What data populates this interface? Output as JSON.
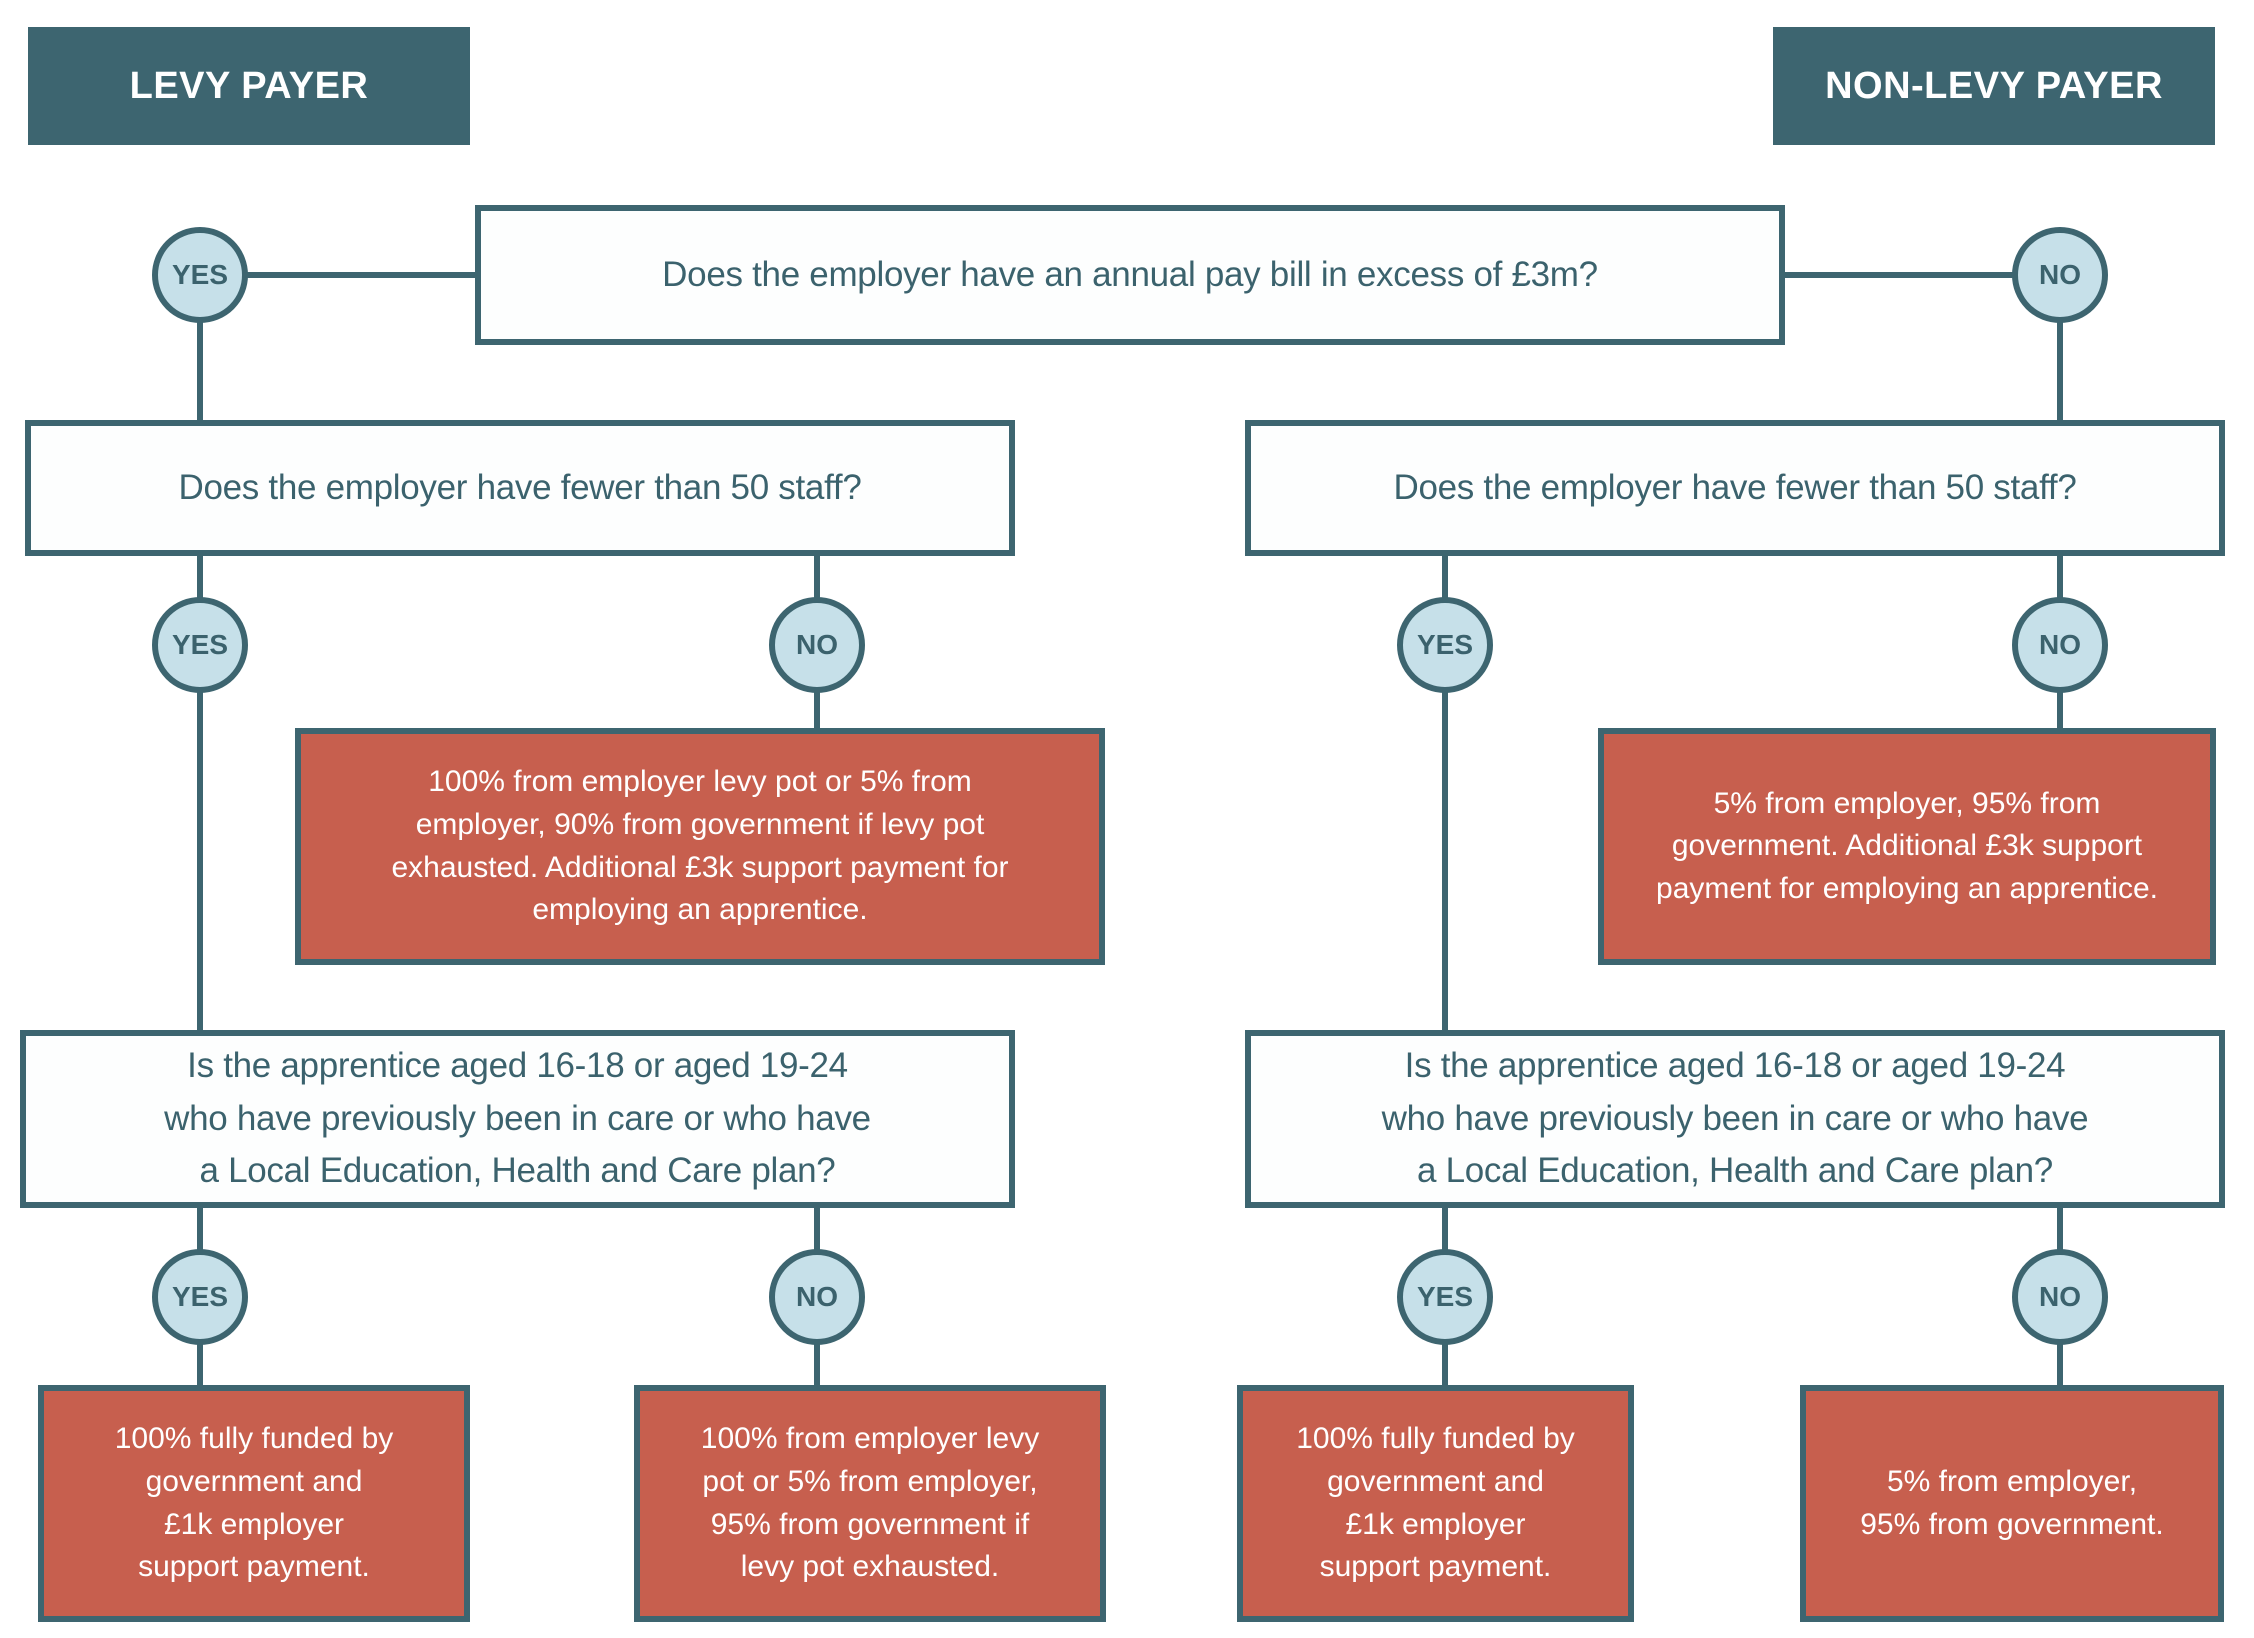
{
  "colors": {
    "teal": "#3d6570",
    "circle_fill": "#c6e0e9",
    "orange": "#c75f4e",
    "box_bg": "#fdfefe",
    "text_teal": "#3b626d"
  },
  "headers": {
    "left": "LEVY PAYER",
    "right": "NON-LEVY PAYER"
  },
  "labels": {
    "yes": "YES",
    "no": "NO"
  },
  "questions": {
    "pay_bill": "Does the employer have an annual pay bill in excess of £3m?",
    "staff_left": "Does the employer have fewer than 50 staff?",
    "staff_right": "Does the employer have fewer than 50 staff?",
    "age_left": "Is the apprentice aged 16-18 or aged 19-24\nwho have previously been in care or who have\na Local Education, Health and Care plan?",
    "age_right": "Is the apprentice aged 16-18 or aged 19-24\nwho have previously been in care or who have\na Local Education, Health and Care plan?"
  },
  "outcomes": {
    "levy_over50": "100% from employer levy pot or 5% from\nemployer, 90% from government if levy pot\nexhausted. Additional £3k support payment for\nemploying an apprentice.",
    "nonlevy_over50": "5% from employer, 95% from\ngovernment. Additional £3k support\npayment for employing an apprentice.",
    "levy_young": "100% fully funded by\ngovernment and\n£1k employer\nsupport payment.",
    "levy_older": "100% from employer levy\npot or 5% from employer,\n95% from government if\nlevy pot exhausted.",
    "nonlevy_young": "100% fully funded by\ngovernment and\n£1k employer\nsupport payment.",
    "nonlevy_older": "5% from employer,\n95% from government."
  }
}
